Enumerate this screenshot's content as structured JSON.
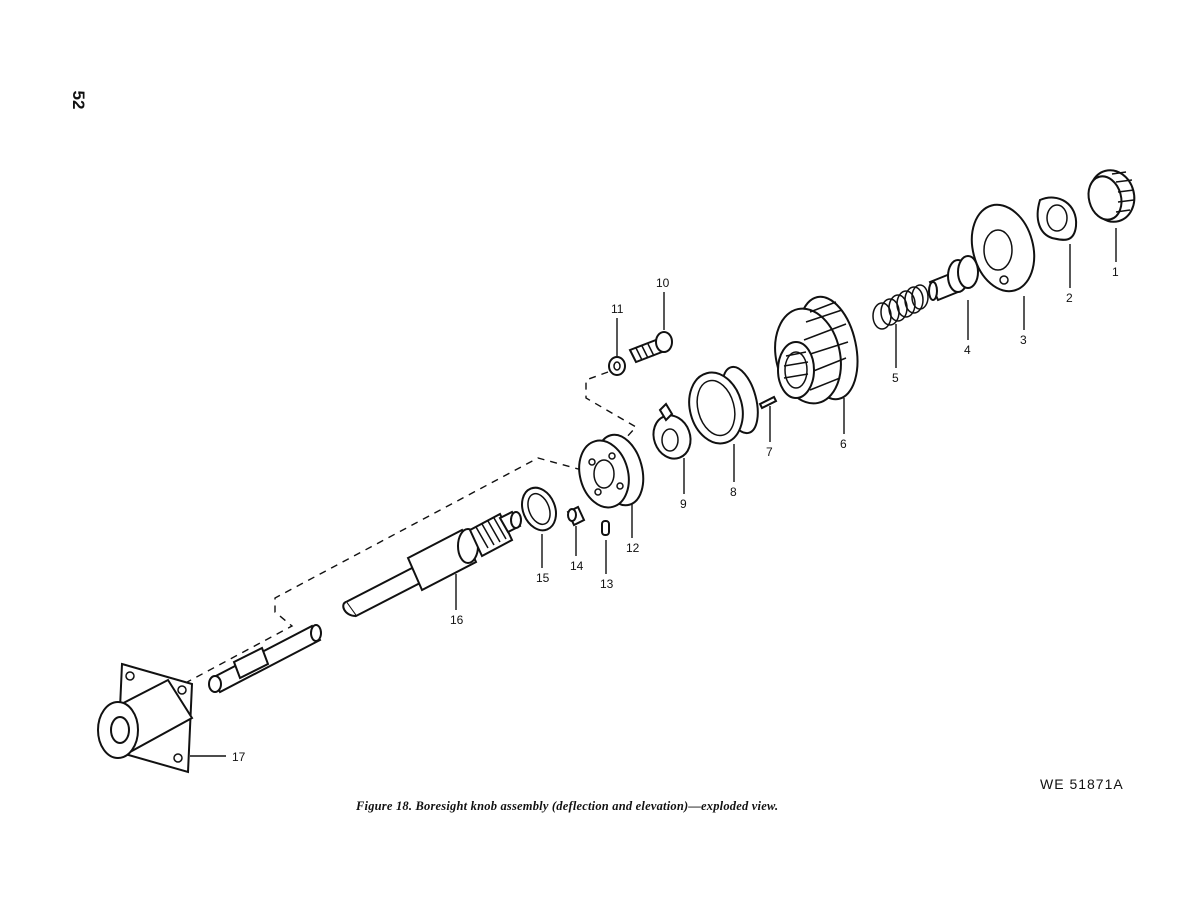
{
  "page_number": "52",
  "figure_id": "WE 51871A",
  "caption": "Figure 18. Boresight knob assembly (deflection and elevation)—exploded view.",
  "callouts": {
    "c1": "1",
    "c2": "2",
    "c3": "3",
    "c4": "4",
    "c5": "5",
    "c6": "6",
    "c7": "7",
    "c8": "8",
    "c9": "9",
    "c10": "10",
    "c11": "11",
    "c12": "12",
    "c13": "13",
    "c14": "14",
    "c15": "15",
    "c16": "16",
    "c17": "17"
  }
}
